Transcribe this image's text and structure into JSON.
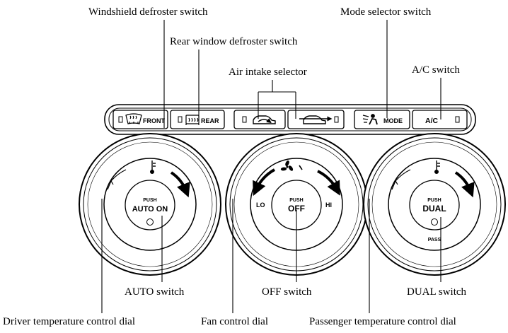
{
  "labels": {
    "windshield_defroster": "Windshield defroster switch",
    "rear_defroster": "Rear window defroster switch",
    "air_intake": "Air intake selector",
    "mode_selector": "Mode selector switch",
    "ac_switch": "A/C switch",
    "auto_switch": "AUTO switch",
    "off_switch": "OFF switch",
    "dual_switch": "DUAL switch",
    "driver_dial": "Driver temperature control dial",
    "fan_dial": "Fan control dial",
    "passenger_dial": "Passenger temperature control dial"
  },
  "panel": {
    "front": "FRONT",
    "rear": "REAR",
    "mode": "MODE",
    "ac": "A/C",
    "push": "PUSH",
    "auto_on": "AUTO ON",
    "off": "OFF",
    "dual": "DUAL",
    "pass": "PASS",
    "lo": "LO",
    "hi": "HI"
  },
  "icons": [
    "windshield-defroster-icon",
    "rear-defroster-icon",
    "recirculation-icon",
    "fresh-air-icon",
    "vent-mode-icon",
    "thermometer-icon",
    "fan-icon",
    "indicator-lamp-icon"
  ]
}
